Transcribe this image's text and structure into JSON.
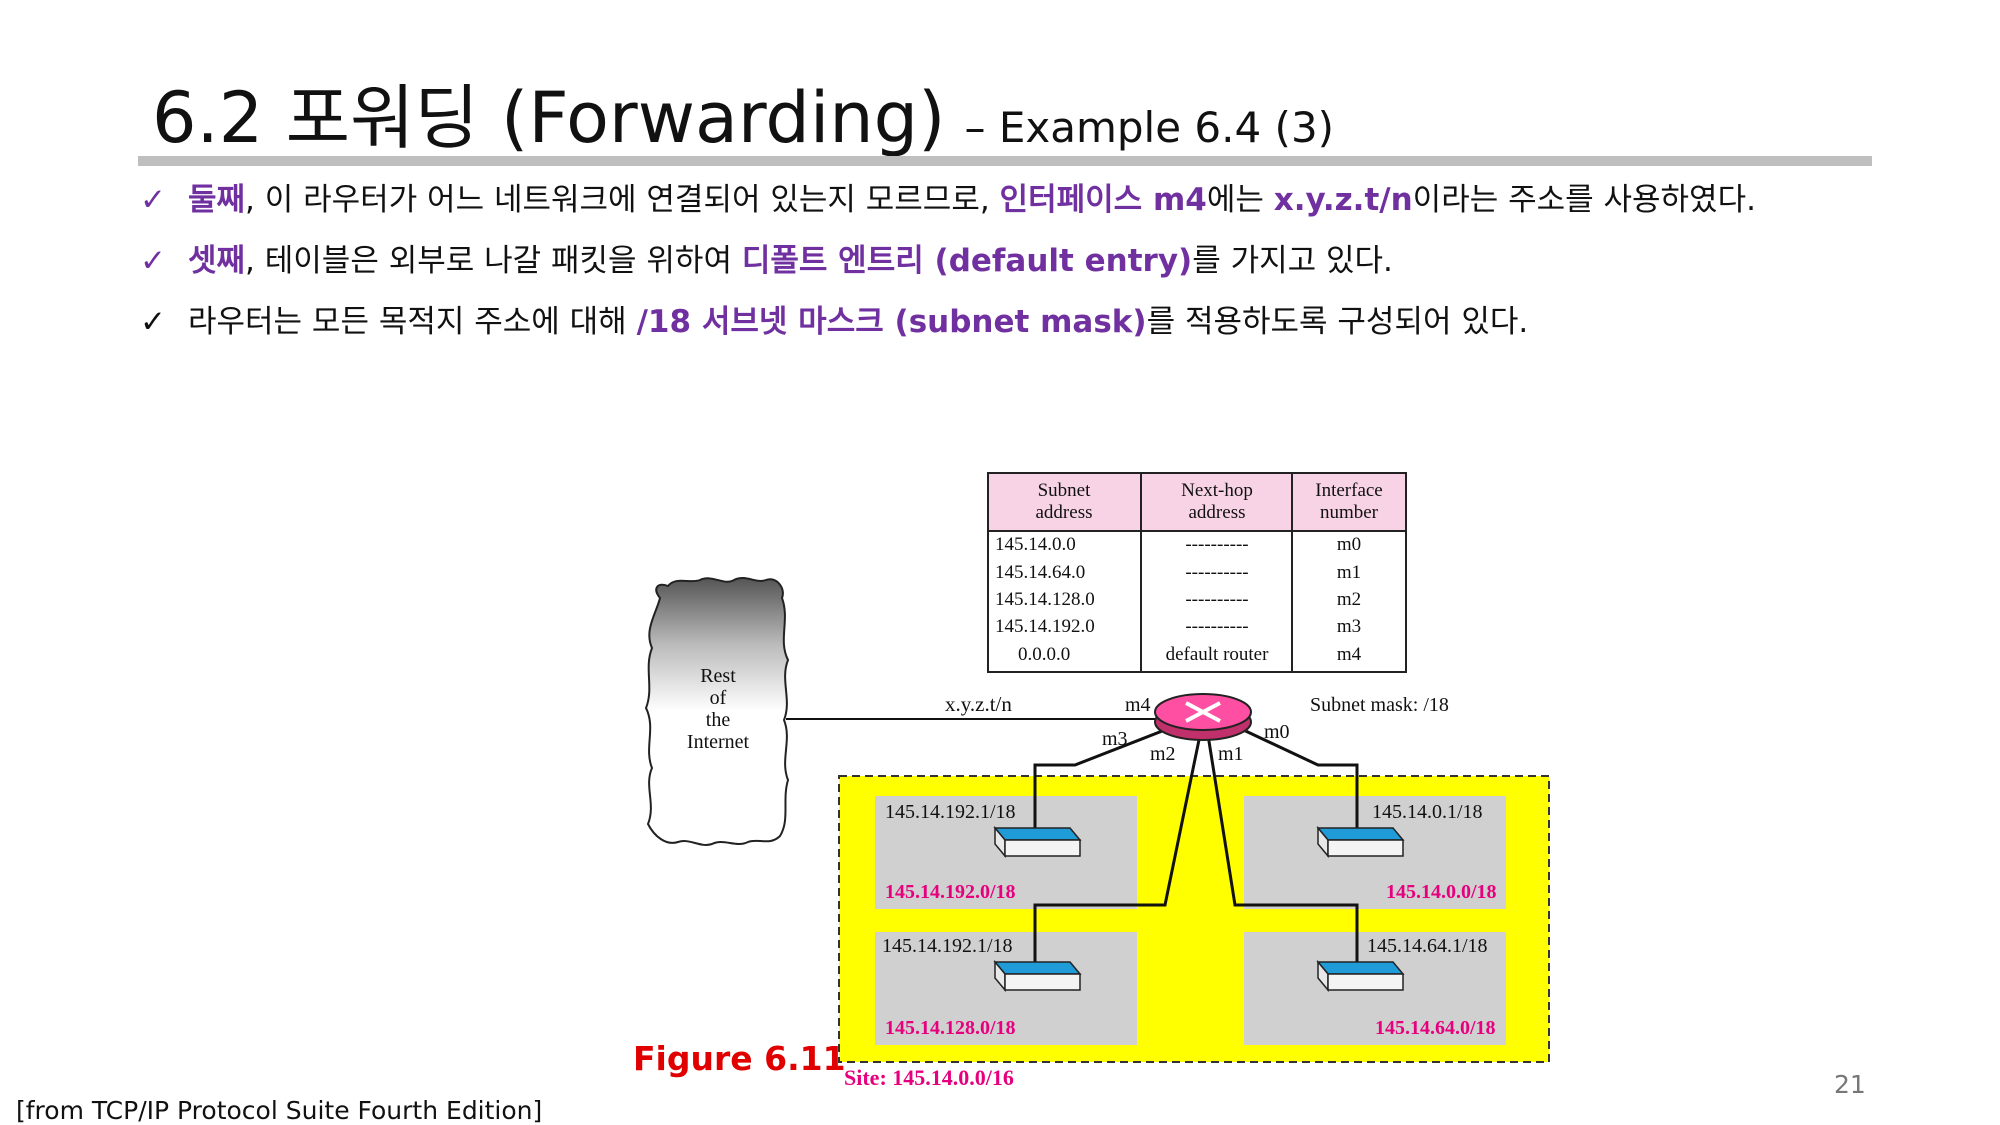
{
  "title": {
    "main": "6.2 포워딩 (Forwarding)",
    "sub": "– Example 6.4 (3)"
  },
  "bullets": [
    {
      "parts": [
        {
          "text": "둘째",
          "style": "hl"
        },
        {
          "text": ", 이 라우터가 어느 네트워크에 연결되어 있는지 모르므로, ",
          "style": ""
        },
        {
          "text": "인터페이스 m4",
          "style": "hl"
        },
        {
          "text": "에는 ",
          "style": ""
        },
        {
          "text": "x.y.z.t/n",
          "style": "hl"
        },
        {
          "text": "이라는 주소를 사용하였다.",
          "style": ""
        }
      ]
    },
    {
      "parts": [
        {
          "text": "셋째",
          "style": "hl"
        },
        {
          "text": ", 테이블은 외부로 나갈 패킷을 위하여 ",
          "style": ""
        },
        {
          "text": "디폴트 엔트리 (default entry)",
          "style": "hl"
        },
        {
          "text": "를 가지고 있다.",
          "style": ""
        }
      ]
    },
    {
      "parts": [
        {
          "text": "라우터는 모든 목적지 주소에 대해 ",
          "style": ""
        },
        {
          "text": "/18 서브넷 마스크 (subnet mask)",
          "style": "hl"
        },
        {
          "text": "를 적용하도록 구성되어 있다.",
          "style": ""
        }
      ]
    }
  ],
  "check_symbol": "✓",
  "table": {
    "headers": [
      [
        "Subnet",
        "address"
      ],
      [
        "Next-hop",
        "address"
      ],
      [
        "Interface",
        "number"
      ]
    ],
    "rows": [
      [
        "145.14.0.0",
        "----------",
        "m0"
      ],
      [
        "145.14.64.0",
        "----------",
        "m1"
      ],
      [
        "145.14.128.0",
        "----------",
        "m2"
      ],
      [
        "145.14.192.0",
        "----------",
        "m3"
      ],
      [
        "0.0.0.0",
        "default router",
        "m4"
      ]
    ]
  },
  "cloud_label": [
    "Rest",
    "of",
    "the",
    "Internet"
  ],
  "link_label": "x.y.z.t/n",
  "ports": {
    "m4": "m4",
    "m3": "m3",
    "m2": "m2",
    "m1": "m1",
    "m0": "m0"
  },
  "subnet_mask_label": "Subnet mask: /18",
  "subnets": [
    {
      "iface": "145.14.192.1/18",
      "net": "145.14.192.0/18"
    },
    {
      "iface": "145.14.0.1/18",
      "net": "145.14.0.0/18"
    },
    {
      "iface": "145.14.192.1/18",
      "net": "145.14.128.0/18"
    },
    {
      "iface": "145.14.64.1/18",
      "net": "145.14.64.0/18"
    }
  ],
  "site_label": "Site: 145.14.0.0/16",
  "figure_label": "Figure 6.11",
  "source": "[from TCP/IP Protocol Suite Fourth Edition]",
  "page_number": "21",
  "icons": {
    "check": "check-icon",
    "router": "router-icon",
    "cloud": "cloud-icon",
    "lan": "lan-switch-icon"
  },
  "colors": {
    "accent": "#7030a0",
    "site_bg": "#ffff00",
    "net_label": "#e6007e",
    "figure": "#e00000",
    "router": "#ff3399",
    "table_header": "#f8d3e5"
  }
}
